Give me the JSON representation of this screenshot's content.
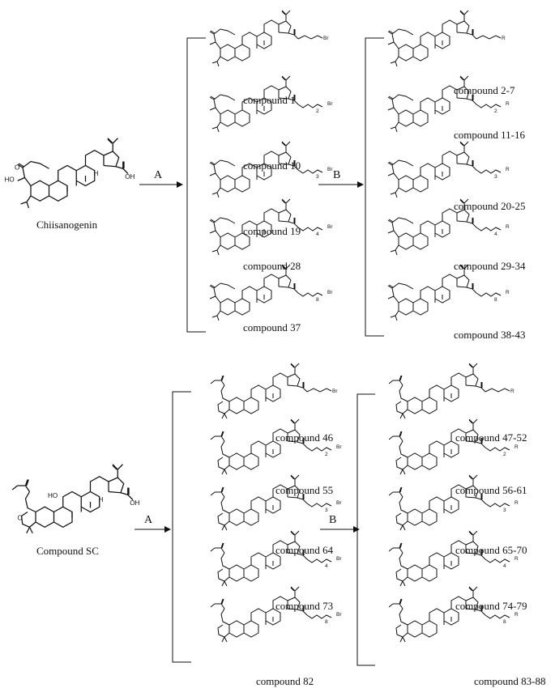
{
  "top": {
    "start_label": "Chiisanogenin",
    "arrow_a": "A",
    "arrow_b": "B",
    "intermediates": [
      "compound 1",
      "compound 10",
      "compound 19",
      "compound 28",
      "compound 37"
    ],
    "products": [
      "compound 2-7",
      "compound 11-16",
      "compound 20-25",
      "compound 29-34",
      "compound 38-43"
    ],
    "chain_subscripts": [
      "",
      "2",
      "3",
      "4",
      "8"
    ],
    "leaving_group": "Br",
    "r_group": "R"
  },
  "bottom": {
    "start_label": "Compound SC",
    "arrow_a": "A",
    "arrow_b": "B",
    "intermediates": [
      "compound 46",
      "compound 55",
      "compound 64",
      "compound 73",
      "compound 82"
    ],
    "products": [
      "compound 47-52",
      "compound 56-61",
      "compound 65-70",
      "compound 74-79",
      "compound 83-88"
    ],
    "chain_subscripts": [
      "",
      "2",
      "3",
      "4",
      "8"
    ],
    "leaving_group": "Br",
    "r_group": "R"
  },
  "atoms": {
    "oxygen": "O",
    "hydroxyl": "HO",
    "acid": "OH",
    "hydrogen": "H"
  }
}
